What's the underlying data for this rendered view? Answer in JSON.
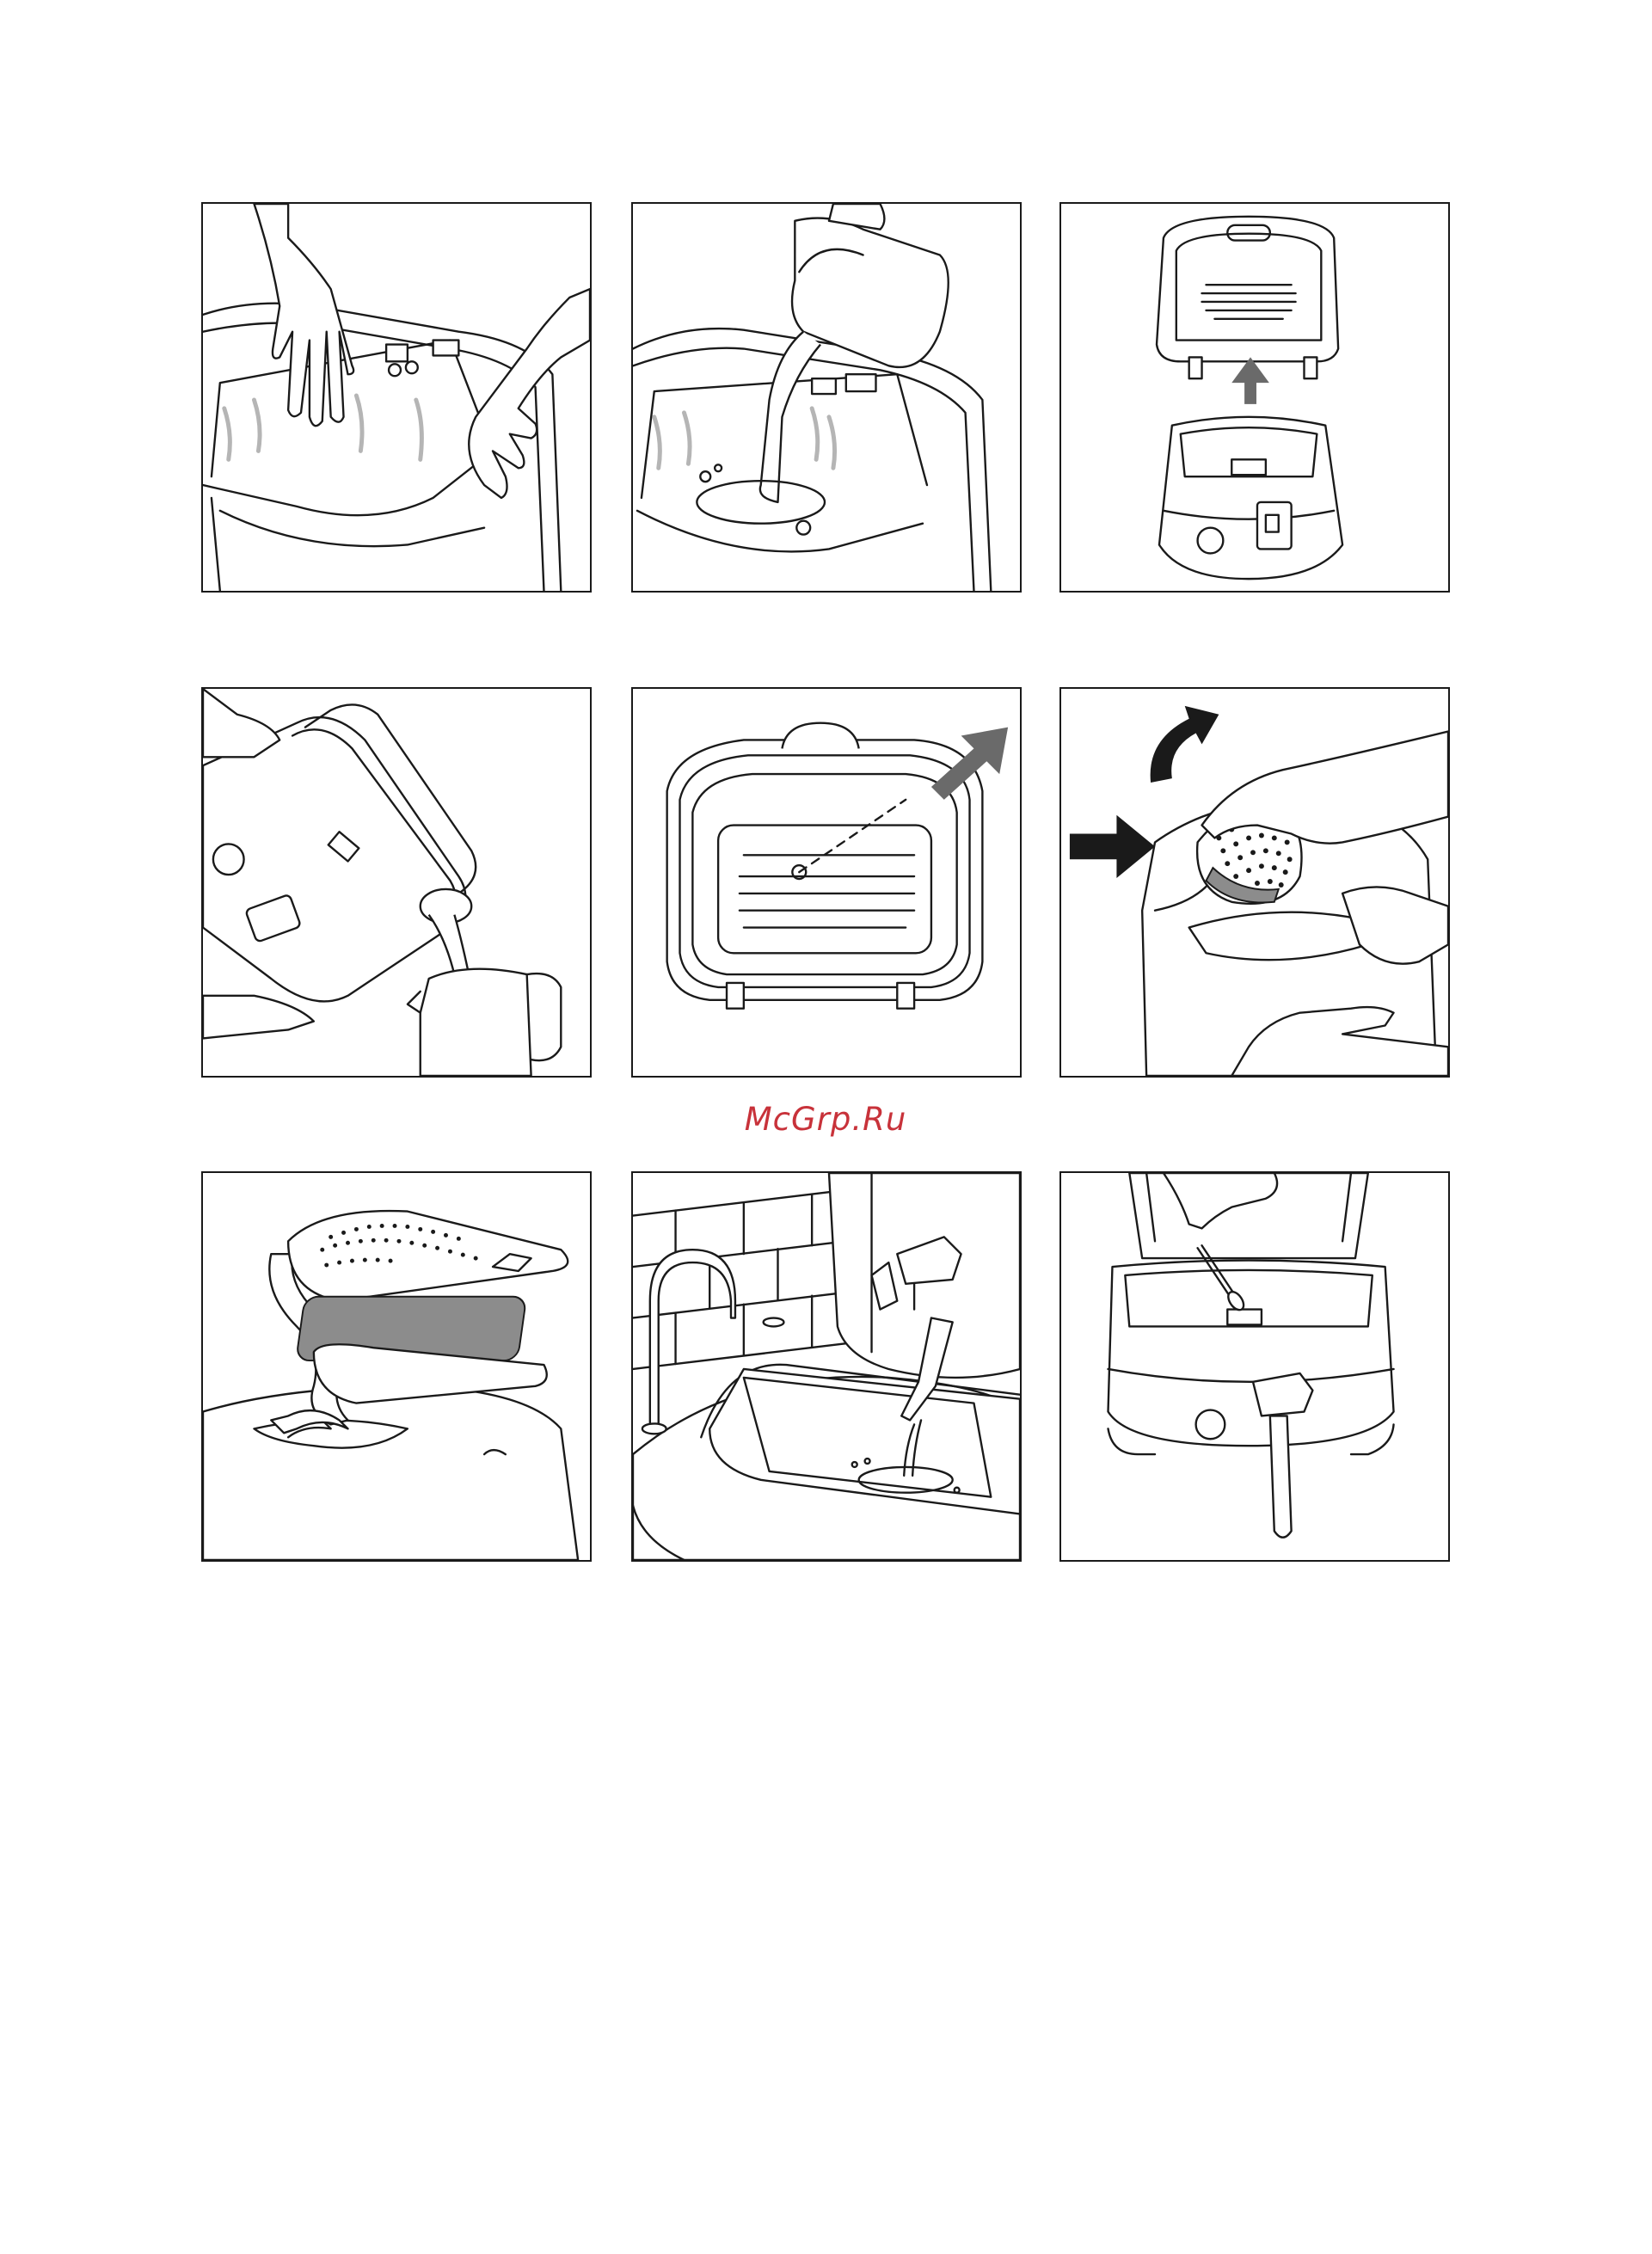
{
  "document": {
    "watermark": "McGrp.Ru",
    "panels": [
      {
        "id": 1,
        "icon": "hands-placing-filter-icon"
      },
      {
        "id": 2,
        "icon": "pouring-water-jug-icon"
      },
      {
        "id": 3,
        "icon": "fryer-lid-removal-icon"
      },
      {
        "id": 4,
        "icon": "draining-oil-icon"
      },
      {
        "id": 5,
        "icon": "lid-filter-detail-icon"
      },
      {
        "id": 6,
        "icon": "filter-cover-removal-icon"
      },
      {
        "id": 7,
        "icon": "filter-parts-exploded-icon"
      },
      {
        "id": 8,
        "icon": "sink-drain-icon"
      },
      {
        "id": 9,
        "icon": "cleaning-brush-icon"
      }
    ]
  }
}
